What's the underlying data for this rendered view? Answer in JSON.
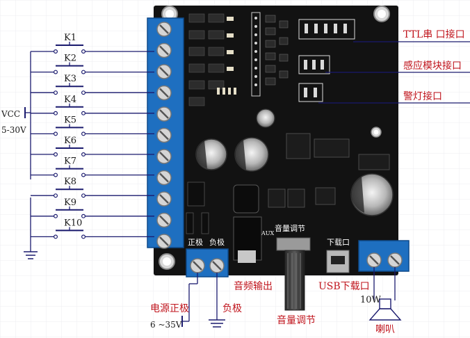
{
  "switches": [
    "K1",
    "K2",
    "K3",
    "K4",
    "K5",
    "K6",
    "K7",
    "K8",
    "K9",
    "K10"
  ],
  "supply": {
    "vcc_label": "VCC",
    "vcc_range": "5-30V"
  },
  "callouts": {
    "ttl": "TTL串 口接口",
    "sensor": "感应模块接口",
    "alarm": "警灯接口"
  },
  "bottom_labels": {
    "power_pos": "电源正极",
    "power_neg": "负极",
    "power_range": "6 ~35V",
    "audio_out": "音频输出",
    "volume": "音量调节",
    "usb": "USB下载口",
    "speaker_power": "10W",
    "speaker": "喇叭"
  },
  "board_silk": {
    "power_pos": "正极",
    "power_neg": "负极",
    "volume": "音量调节",
    "download": "下载口",
    "aux": "AUX"
  },
  "colors": {
    "board": "#141414",
    "terminal": "#1e6fc0",
    "wire": "#1a1a6e",
    "text_red": "#c0141c",
    "grid": "#e8e8ee"
  }
}
